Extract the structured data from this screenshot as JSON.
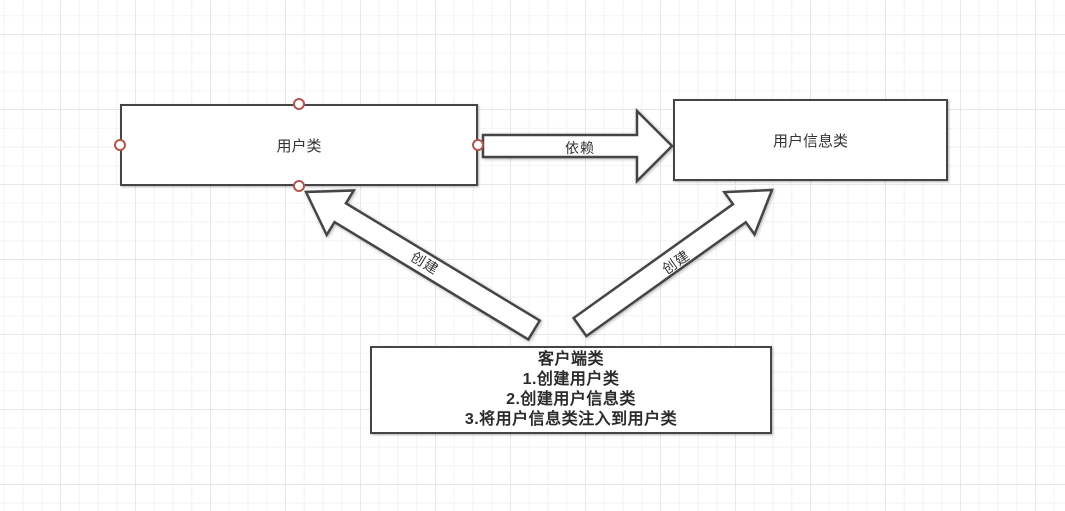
{
  "diagram": {
    "boxes": {
      "user_class": {
        "label": "用户类"
      },
      "user_info_class": {
        "label": "用户信息类"
      },
      "client_class": {
        "title": "客户端类",
        "steps": [
          "1.创建用户类",
          "2.创建用户信息类",
          "3.将用户信息类注入到用户类"
        ]
      }
    },
    "arrows": {
      "dependency": {
        "label": "依赖"
      },
      "create_user": {
        "label": "创建"
      },
      "create_user_info": {
        "label": "创建"
      }
    },
    "colors": {
      "canvas_bg": "#ffffff",
      "grid_minor": "#f2f2f2",
      "grid_major": "#e7e7e7",
      "shape_stroke": "#454545",
      "shape_fill": "#ffffff",
      "text": "#333333",
      "connection_point_stroke": "#b2554e",
      "connection_point_fill": "#ffffff"
    }
  }
}
